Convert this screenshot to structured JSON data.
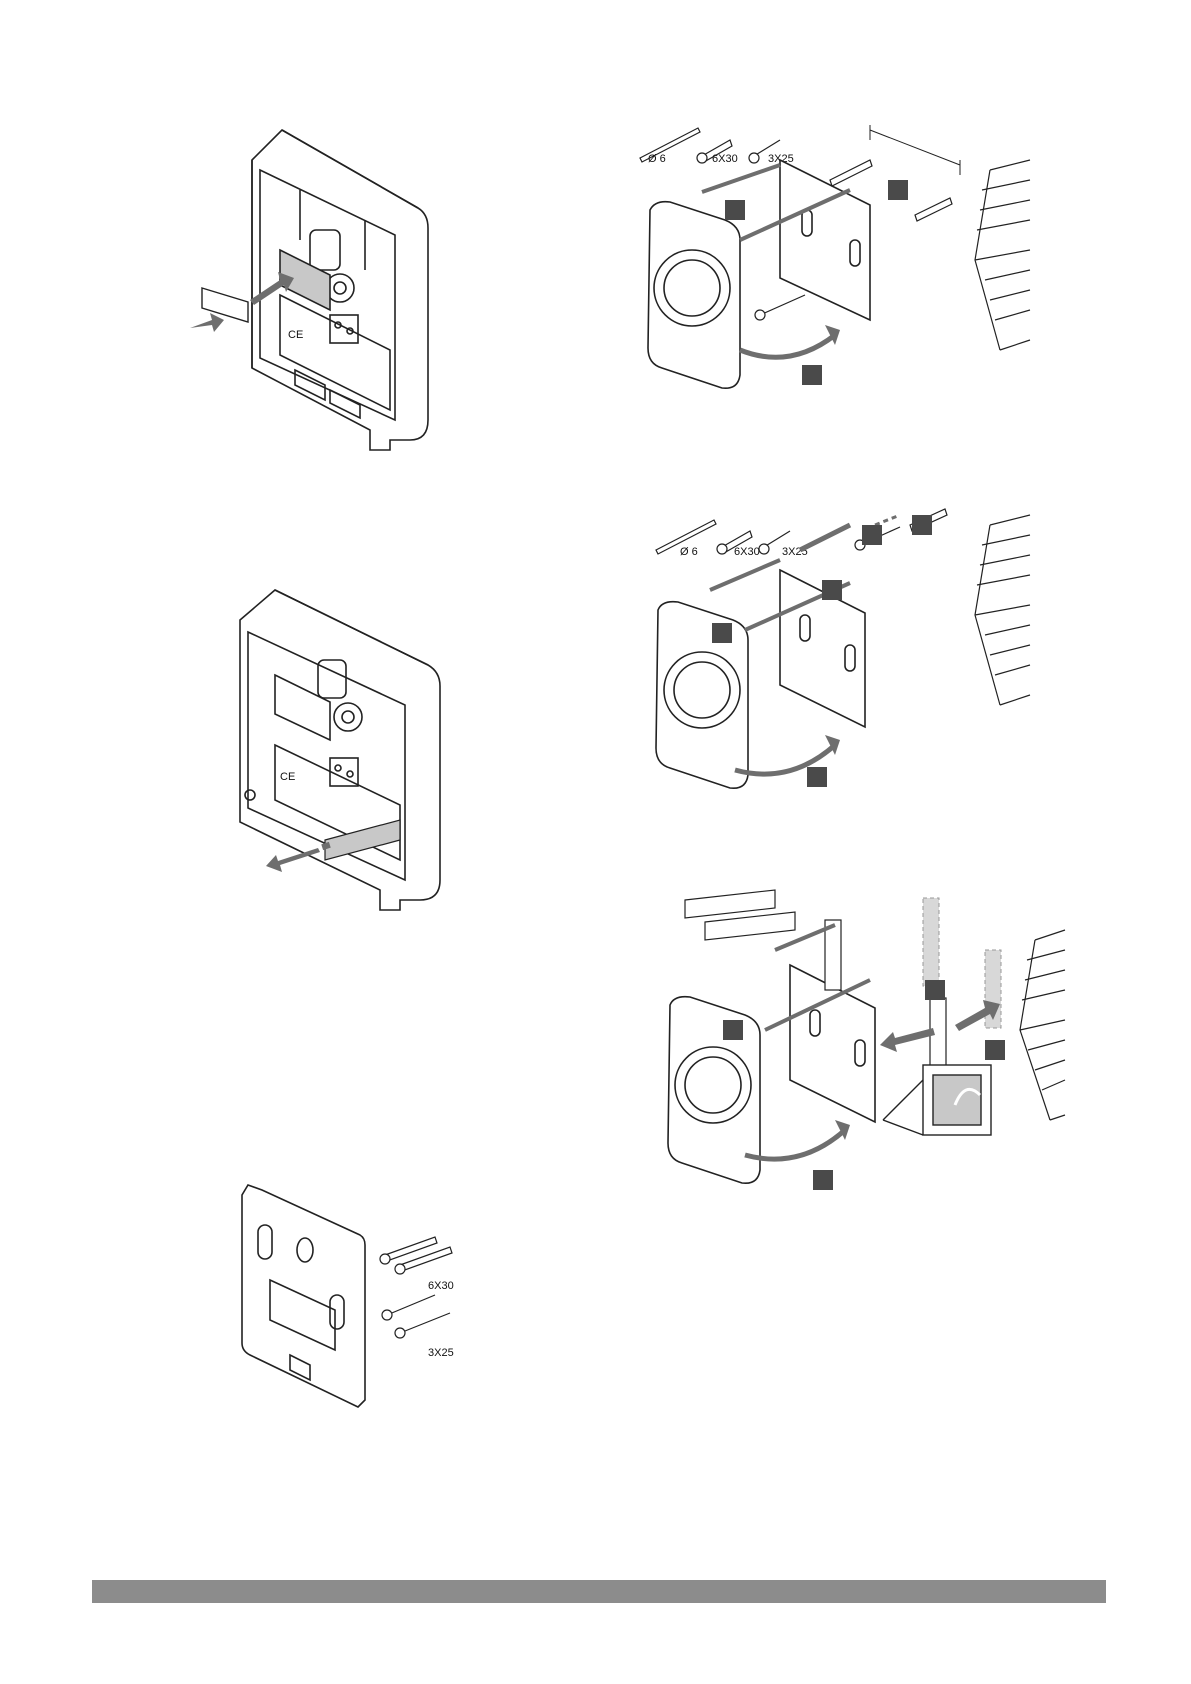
{
  "fixings": {
    "drill": "Ø 6",
    "plug": "6X30",
    "screw": "3X25"
  },
  "colors": {
    "line": "#222222",
    "arrow": "#6e6e6e",
    "marker": "#4a4a4a",
    "label_panel": "#c8c8c8",
    "footer": "#8c8c8c"
  },
  "icons": [
    "thermostat-base-icon",
    "mounting-plate-icon",
    "thermostat-front-icon",
    "wall-plug-icon",
    "screw-icon",
    "drill-bit-icon",
    "wall-icon",
    "adhesive-tape-icon",
    "arrow-icon",
    "step-marker"
  ]
}
